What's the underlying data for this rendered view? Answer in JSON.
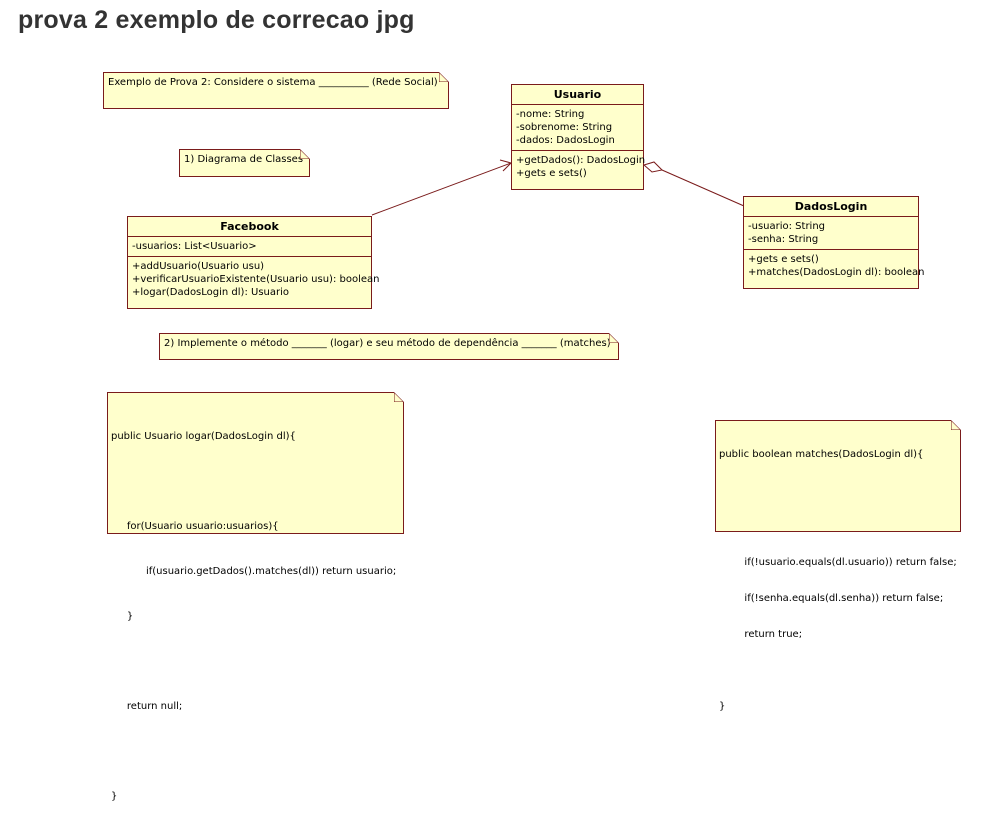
{
  "page": {
    "title": "prova 2 exemplo de correcao jpg"
  },
  "notes": {
    "intro": "Exemplo de Prova 2: Considere o sistema __________ (Rede Social)",
    "class_diagram": "1) Diagrama de Classes",
    "implement": "2) Implemente o método _______ (logar) e seu método de dependência _______ (matches)"
  },
  "code": {
    "logar": [
      "public Usuario logar(DadosLogin dl){",
      "",
      "     for(Usuario usuario:usuarios){",
      "           if(usuario.getDados().matches(dl)) return usuario;",
      "     }",
      "",
      "     return null;",
      "",
      "}"
    ],
    "matches": [
      "public boolean matches(DadosLogin dl){",
      "",
      "",
      "        if(!usuario.equals(dl.usuario)) return false;",
      "        if(!senha.equals(dl.senha)) return false;",
      "        return true;",
      "",
      "}"
    ]
  },
  "classes": {
    "usuario": {
      "name": "Usuario",
      "attributes": [
        "-nome: String",
        "-sobrenome: String",
        "-dados: DadosLogin"
      ],
      "methods": [
        "+getDados(): DadosLogin",
        "+gets e sets()"
      ]
    },
    "facebook": {
      "name": "Facebook",
      "attributes": [
        "-usuarios: List<Usuario>"
      ],
      "methods": [
        "+addUsuario(Usuario usu)",
        "+verificarUsuarioExistente(Usuario usu): boolean",
        "+logar(DadosLogin dl): Usuario"
      ]
    },
    "dadoslogin": {
      "name": "DadosLogin",
      "attributes": [
        "-usuario: String",
        "-senha: String"
      ],
      "methods": [
        "+gets e sets()",
        "+matches(DadosLogin dl): boolean"
      ]
    }
  },
  "colors": {
    "fill": "#ffffcc",
    "stroke": "#7a1b1b",
    "title": "#333333"
  }
}
